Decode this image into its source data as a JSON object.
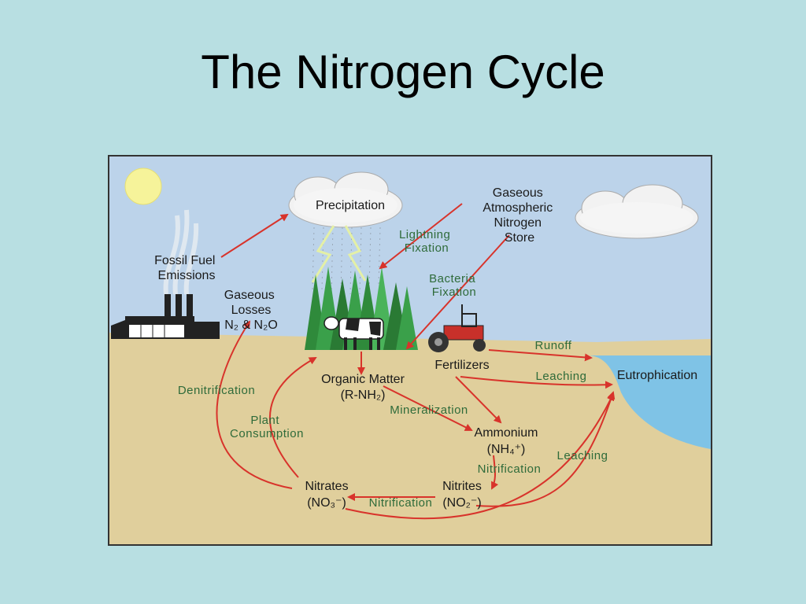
{
  "slide": {
    "title": "The Nitrogen Cycle"
  },
  "labels": {
    "precipitation": "Precipitation",
    "gaseous_store": [
      "Gaseous",
      "Atmospheric",
      "Nitrogen",
      "Store"
    ],
    "fossil_fuel": [
      "Fossil Fuel",
      "Emissions"
    ],
    "gaseous_losses": [
      "Gaseous",
      "Losses"
    ],
    "gaseous_losses_formula": "N₂ & N₂O",
    "organic_matter": "Organic Matter",
    "organic_matter_formula": "(R-NH₂)",
    "fertilizers": "Fertilizers",
    "eutrophication": "Eutrophication",
    "ammonium": "Ammonium",
    "ammonium_formula": "(NH₄⁺)",
    "nitrites": "Nitrites",
    "nitrites_formula": "(NO₂⁻)",
    "nitrates": "Nitrates",
    "nitrates_formula": "(NO₃⁻)"
  },
  "processes": {
    "lightning_fixation": [
      "Lightning",
      "Fixation"
    ],
    "bacteria_fixation": [
      "Bacteria",
      "Fixation"
    ],
    "runoff": "Runoff",
    "leaching_top": "Leaching",
    "leaching_right": "Leaching",
    "denitrification": "Denitrification",
    "plant_consumption": [
      "Plant",
      "Consumption"
    ],
    "mineralization": "Mineralization",
    "nitrification_1": "Nitrification",
    "nitrification_2": "Nitrification"
  },
  "colors": {
    "background": "#b8dfe2",
    "sky": "#bcd3ea",
    "ground": "#e0cf9c",
    "water": "#7fc3e6",
    "arrow": "#d8332b",
    "process_text": "#2f6b3a",
    "sun": "#f6f39a"
  }
}
